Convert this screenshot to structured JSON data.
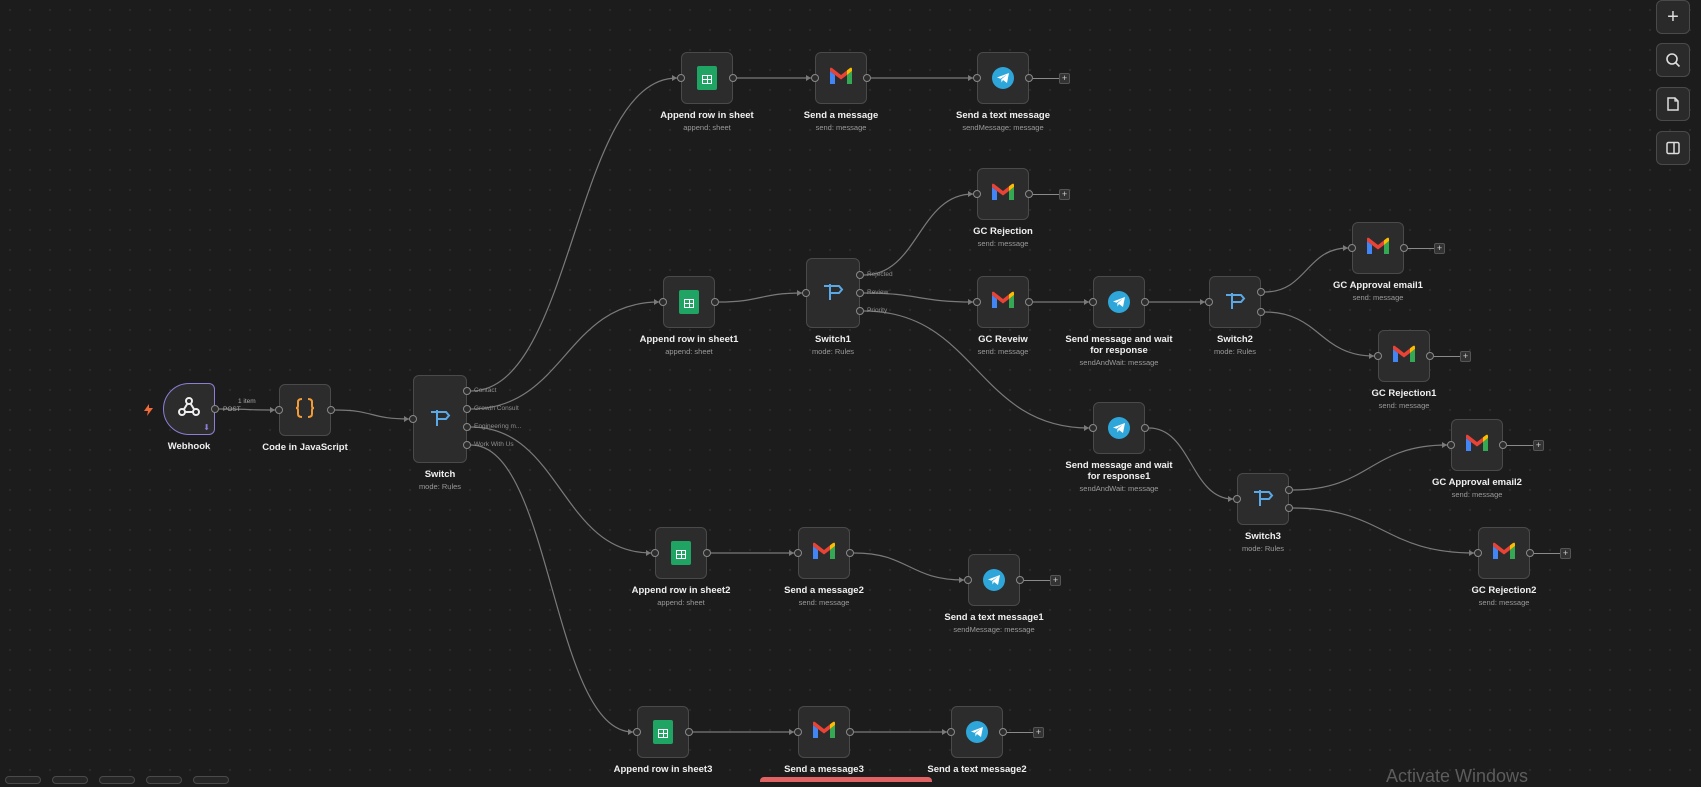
{
  "nodes": {
    "webhook": {
      "label": "Webhook",
      "sub": "",
      "icon": "webhook-icon"
    },
    "code": {
      "label": "Code in JavaScript",
      "sub": "",
      "icon": "code-braces-icon"
    },
    "switch": {
      "label": "Switch",
      "sub": "mode: Rules",
      "icon": "switch-icon",
      "outputs": [
        "Contact",
        "Growth Consult",
        "Engineering m...",
        "Work With Us"
      ]
    },
    "append_row": {
      "label": "Append row in sheet",
      "sub": "append: sheet",
      "icon": "google-sheets-icon"
    },
    "send_message": {
      "label": "Send a message",
      "sub": "send: message",
      "icon": "gmail-icon"
    },
    "send_text": {
      "label": "Send a text message",
      "sub": "sendMessage: message",
      "icon": "telegram-icon"
    },
    "gc_rejection": {
      "label": "GC Rejection",
      "sub": "send: message",
      "icon": "gmail-icon"
    },
    "append_row1": {
      "label": "Append row in sheet1",
      "sub": "append: sheet",
      "icon": "google-sheets-icon"
    },
    "switch1": {
      "label": "Switch1",
      "sub": "mode: Rules",
      "icon": "switch-icon",
      "outputs": [
        "Rejected",
        "Review",
        "Priority"
      ]
    },
    "gc_review": {
      "label": "GC Reveiw",
      "sub": "send: message",
      "icon": "gmail-icon"
    },
    "send_wait": {
      "label": "Send message and wait for response",
      "sub": "sendAndWait: message",
      "icon": "telegram-icon"
    },
    "switch2": {
      "label": "Switch2",
      "sub": "mode: Rules",
      "icon": "switch-icon"
    },
    "gc_approval1": {
      "label": "GC Approval email1",
      "sub": "send: message",
      "icon": "gmail-icon"
    },
    "gc_rejection1": {
      "label": "GC Rejection1",
      "sub": "send: message",
      "icon": "gmail-icon"
    },
    "send_wait1": {
      "label": "Send message and wait for response1",
      "sub": "sendAndWait: message",
      "icon": "telegram-icon"
    },
    "switch3": {
      "label": "Switch3",
      "sub": "mode: Rules",
      "icon": "switch-icon"
    },
    "gc_approval2": {
      "label": "GC Approval email2",
      "sub": "send: message",
      "icon": "gmail-icon"
    },
    "gc_rejection2": {
      "label": "GC Rejection2",
      "sub": "send: message",
      "icon": "gmail-icon"
    },
    "append_row2": {
      "label": "Append row in sheet2",
      "sub": "append: sheet",
      "icon": "google-sheets-icon"
    },
    "send_message2": {
      "label": "Send a message2",
      "sub": "send: message",
      "icon": "gmail-icon"
    },
    "send_text1": {
      "label": "Send a text message1",
      "sub": "sendMessage: message",
      "icon": "telegram-icon"
    },
    "append_row3": {
      "label": "Append row in sheet3",
      "sub": "",
      "icon": "google-sheets-icon"
    },
    "send_message3": {
      "label": "Send a message3",
      "sub": "",
      "icon": "gmail-icon"
    },
    "send_text2": {
      "label": "Send a text message2",
      "sub": "",
      "icon": "telegram-icon"
    }
  },
  "edge_labels": {
    "webhook_post": "POST",
    "item_count": "1 item"
  },
  "toolbar": {
    "buttons": [
      "zoom-in-icon",
      "search-icon",
      "sticky-note-icon",
      "panel-toggle-icon"
    ],
    "plus_glyph": "+"
  },
  "watermark": "Activate Windows",
  "colors": {
    "canvas_bg": "#1c1c1c",
    "node_bg": "#2c2c2c",
    "edge": "#7a7a7a",
    "webhook_border": "#8a7fd6",
    "code_icon": "#f29b38",
    "switch_icon": "#5aa9e6",
    "sheets": "#1fa463",
    "telegram": "#2ea6da",
    "trigger_bolt": "#f26b3a"
  }
}
